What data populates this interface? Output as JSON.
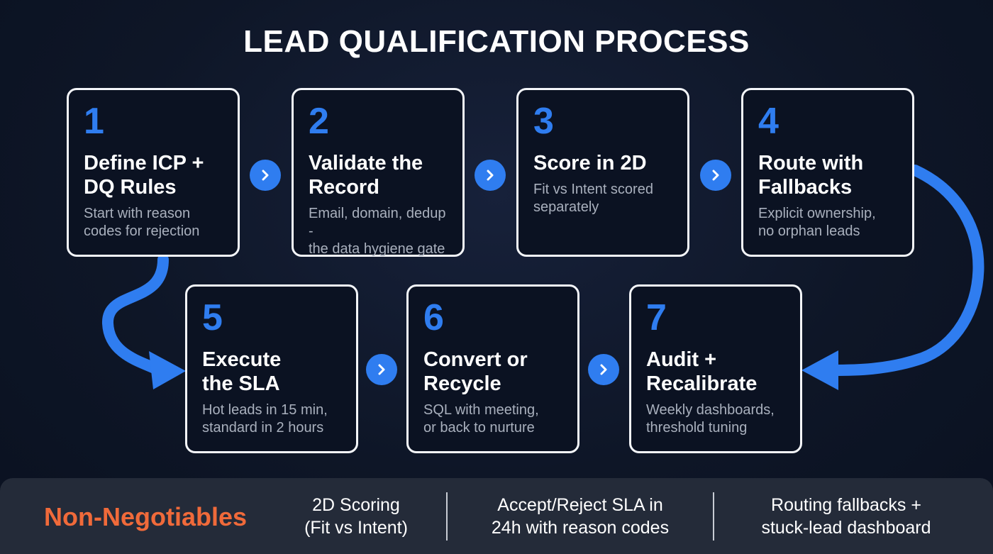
{
  "title": "LEAD QUALIFICATION PROCESS",
  "steps": [
    {
      "num": "1",
      "head_line1": "Define ICP +",
      "head_line2": "DQ Rules",
      "desc_line1": "Start with reason",
      "desc_line2": "codes for rejection"
    },
    {
      "num": "2",
      "head_line1": "Validate the",
      "head_line2": "Record",
      "desc_line1": "Email, domain, dedup -",
      "desc_line2": "the data hygiene gate"
    },
    {
      "num": "3",
      "head_line1": "Score in 2D",
      "head_line2": "",
      "desc_line1": "Fit vs Intent scored",
      "desc_line2": "separately"
    },
    {
      "num": "4",
      "head_line1": "Route with",
      "head_line2": "Fallbacks",
      "desc_line1": "Explicit ownership,",
      "desc_line2": "no orphan leads"
    },
    {
      "num": "5",
      "head_line1": "Execute",
      "head_line2": "the SLA",
      "desc_line1": "Hot leads in 15 min,",
      "desc_line2": "standard in 2 hours"
    },
    {
      "num": "6",
      "head_line1": "Convert or",
      "head_line2": "Recycle",
      "desc_line1": "SQL with meeting,",
      "desc_line2": "or back to nurture"
    },
    {
      "num": "7",
      "head_line1": "Audit +",
      "head_line2": "Recalibrate",
      "desc_line1": "Weekly dashboards,",
      "desc_line2": "threshold tuning"
    }
  ],
  "footer": {
    "label": "Non-Negotiables",
    "items": [
      {
        "line1": "2D Scoring",
        "line2": "(Fit vs Intent)"
      },
      {
        "line1": "Accept/Reject SLA in",
        "line2": "24h with reason codes"
      },
      {
        "line1": "Routing fallbacks +",
        "line2": "stuck-lead dashboard"
      }
    ]
  },
  "colors": {
    "accent": "#2f7df0",
    "highlight": "#f06a3a",
    "background": "#0e1627",
    "footer_bg": "#242b39"
  },
  "icons": {
    "chevron": "chevron-right-icon",
    "connector": "curved-arrow-icon"
  }
}
